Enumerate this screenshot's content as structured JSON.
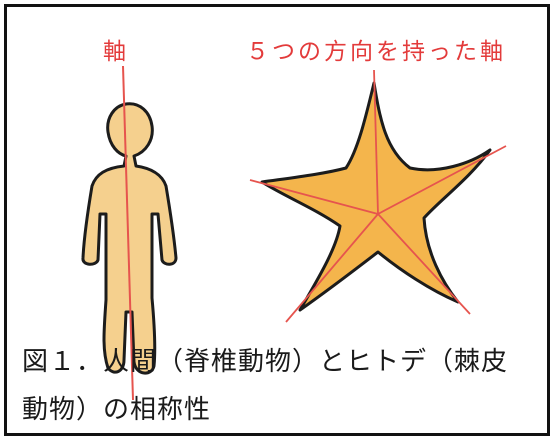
{
  "labels": {
    "axis": "軸",
    "five_axes": "５つの方向を持った軸"
  },
  "caption": {
    "line1": "図１．人間（脊椎動物）とヒトデ（棘皮",
    "line2": "動物）の相称性"
  },
  "colors": {
    "axis_line": "#e6544e",
    "fill_human": "#f5d08e",
    "fill_star": "#f4b54c",
    "outline": "#1c1c1c",
    "label": "#e33b3b"
  }
}
